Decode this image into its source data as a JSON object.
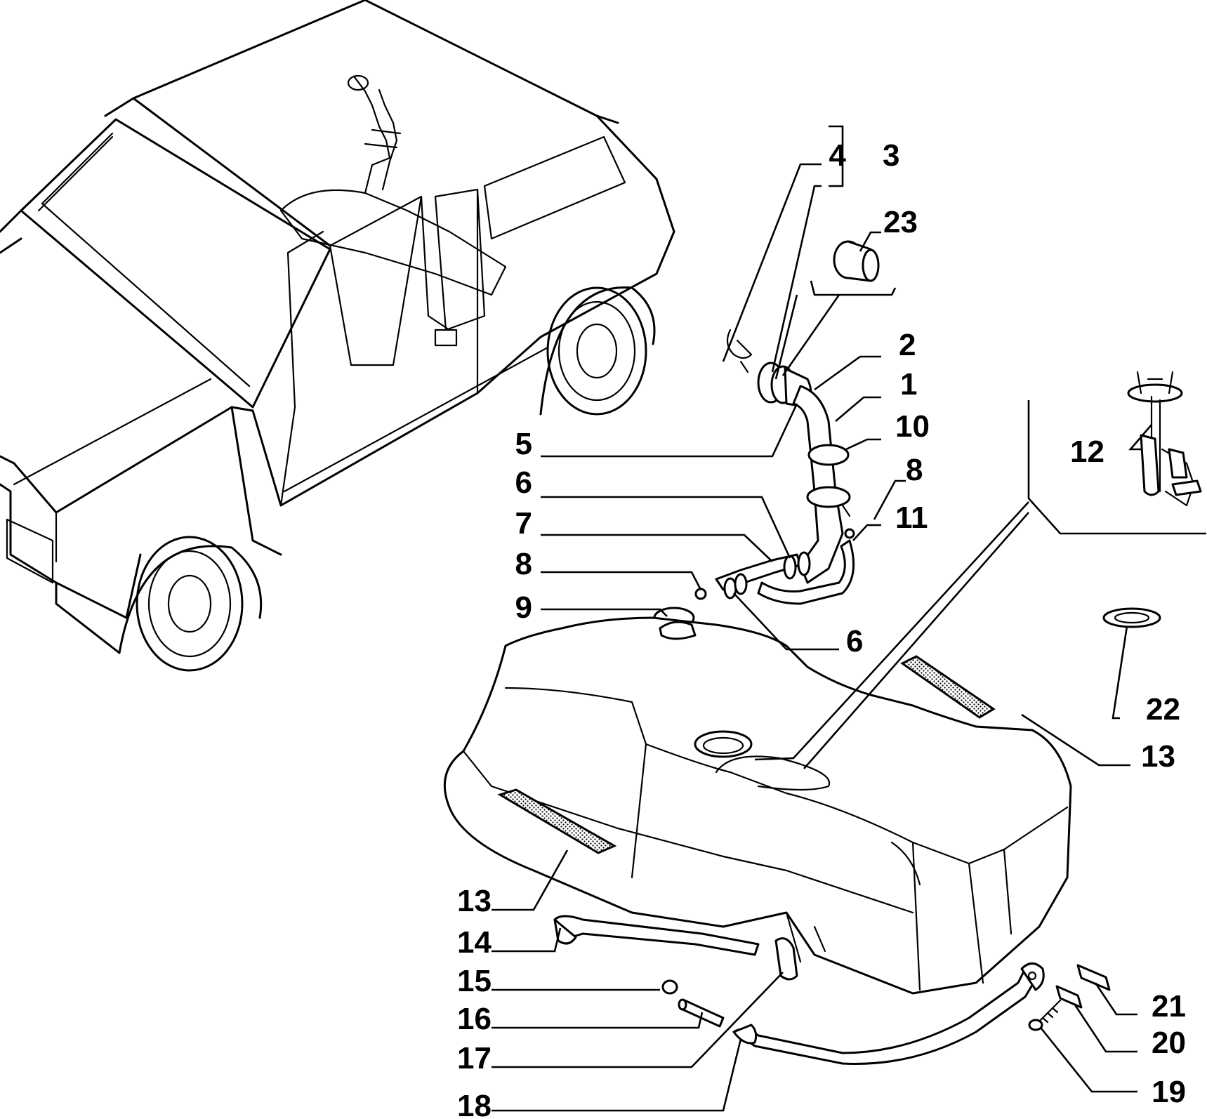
{
  "callouts": [
    {
      "id": "c4",
      "text": "4"
    },
    {
      "id": "c3",
      "text": "3"
    },
    {
      "id": "c23",
      "text": "23"
    },
    {
      "id": "c2",
      "text": "2"
    },
    {
      "id": "c1",
      "text": "1"
    },
    {
      "id": "c10",
      "text": "10"
    },
    {
      "id": "c5",
      "text": "5"
    },
    {
      "id": "c8a",
      "text": "8"
    },
    {
      "id": "c6a",
      "text": "6"
    },
    {
      "id": "c11",
      "text": "11"
    },
    {
      "id": "c7",
      "text": "7"
    },
    {
      "id": "c8b",
      "text": "8"
    },
    {
      "id": "c9",
      "text": "9"
    },
    {
      "id": "c6b",
      "text": "6"
    },
    {
      "id": "c12",
      "text": "12"
    },
    {
      "id": "c22",
      "text": "22"
    },
    {
      "id": "c13a",
      "text": "13"
    },
    {
      "id": "c13b",
      "text": "13"
    },
    {
      "id": "c14",
      "text": "14"
    },
    {
      "id": "c15",
      "text": "15"
    },
    {
      "id": "c16",
      "text": "16"
    },
    {
      "id": "c17",
      "text": "17"
    },
    {
      "id": "c18",
      "text": "18"
    },
    {
      "id": "c21",
      "text": "21"
    },
    {
      "id": "c20",
      "text": "20"
    },
    {
      "id": "c19",
      "text": "19"
    }
  ]
}
